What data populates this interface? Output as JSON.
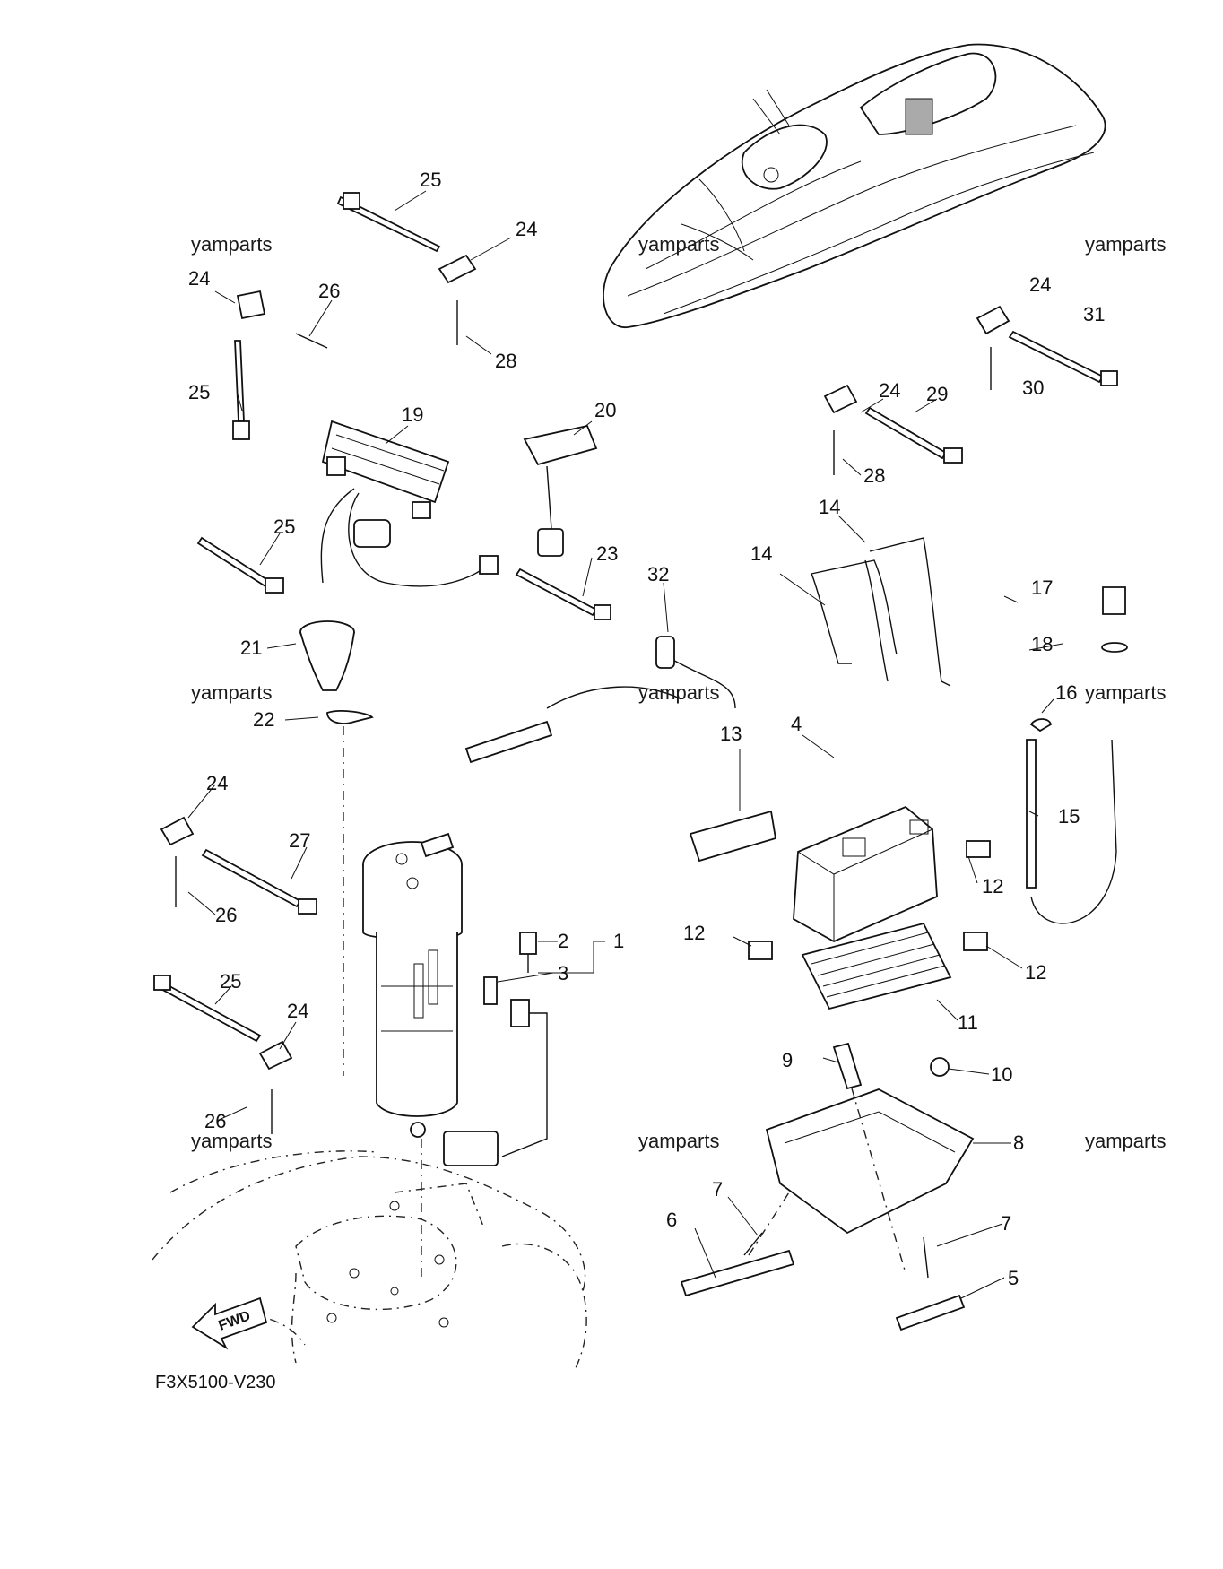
{
  "watermark": "yamparts",
  "diagram_code": "F3X5100-V230",
  "fwd_label": "FWD",
  "callouts": {
    "c1": "1",
    "c2": "2",
    "c3": "3",
    "c4": "4",
    "c5": "5",
    "c6": "6",
    "c7a": "7",
    "c7b": "7",
    "c8": "8",
    "c9": "9",
    "c10": "10",
    "c11": "11",
    "c12a": "12",
    "c12b": "12",
    "c12c": "12",
    "c13": "13",
    "c14a": "14",
    "c14b": "14",
    "c15": "15",
    "c16": "16",
    "c17": "17",
    "c18": "18",
    "c19": "19",
    "c20": "20",
    "c21": "21",
    "c22": "22",
    "c23": "23",
    "c24a": "24",
    "c24b": "24",
    "c24c": "24",
    "c24d": "24",
    "c24e": "24",
    "c24f": "24",
    "c25a": "25",
    "c25b": "25",
    "c25c": "25",
    "c25d": "25",
    "c26a": "26",
    "c26b": "26",
    "c26c": "26",
    "c27": "27",
    "c28a": "28",
    "c28b": "28",
    "c29": "29",
    "c30": "30",
    "c31": "31",
    "c32": "32"
  }
}
